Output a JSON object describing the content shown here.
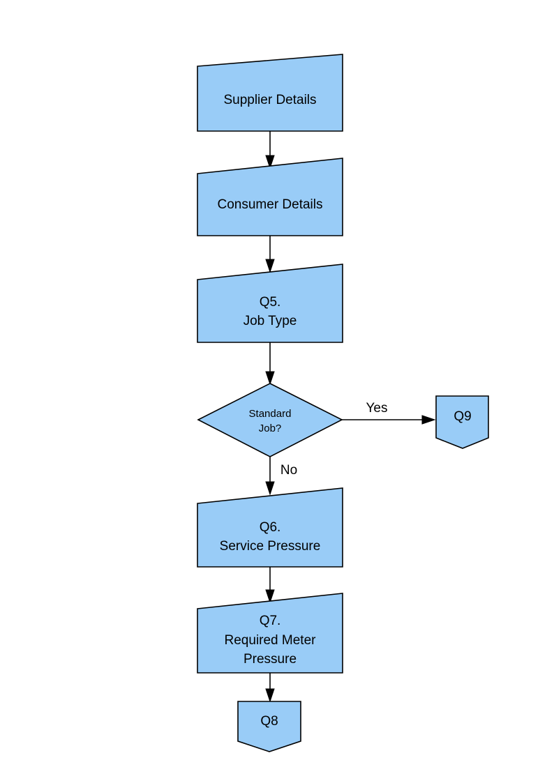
{
  "diagram": {
    "type": "flowchart",
    "title": "",
    "background_color": "#ffffff",
    "node_fill_color": "#99ccf7",
    "node_stroke_color": "#000000",
    "text_color": "#000000",
    "nodes": [
      {
        "id": "supplier-details",
        "shape": "slanted-card",
        "label": "Supplier Details",
        "lines": [
          "Supplier Details"
        ]
      },
      {
        "id": "consumer-details",
        "shape": "slanted-card",
        "label": "Consumer Details",
        "lines": [
          "Consumer Details"
        ]
      },
      {
        "id": "q5-job-type",
        "shape": "slanted-card",
        "label": "Q5. Job Type",
        "lines": [
          "Q5.",
          "Job Type"
        ]
      },
      {
        "id": "standard-job-decision",
        "shape": "diamond",
        "label": "Standard Job?",
        "lines": [
          "Standard",
          "Job?"
        ]
      },
      {
        "id": "q9",
        "shape": "pentagon-down",
        "label": "Q9",
        "lines": [
          "Q9"
        ]
      },
      {
        "id": "q6-service-pressure",
        "shape": "slanted-card",
        "label": "Q6. Service Pressure",
        "lines": [
          "Q6.",
          "Service Pressure"
        ]
      },
      {
        "id": "q7-required-meter-pressure",
        "shape": "slanted-card",
        "label": "Q7. Required Meter Pressure",
        "lines": [
          "Q7.",
          "Required Meter",
          "Pressure"
        ]
      },
      {
        "id": "q8",
        "shape": "pentagon-down",
        "label": "Q8",
        "lines": [
          "Q8"
        ]
      }
    ],
    "edges": [
      {
        "id": "e1",
        "from": "supplier-details",
        "to": "consumer-details",
        "label": ""
      },
      {
        "id": "e2",
        "from": "consumer-details",
        "to": "q5-job-type",
        "label": ""
      },
      {
        "id": "e3",
        "from": "q5-job-type",
        "to": "standard-job-decision",
        "label": ""
      },
      {
        "id": "e4",
        "from": "standard-job-decision",
        "to": "q9",
        "label": "Yes"
      },
      {
        "id": "e5",
        "from": "standard-job-decision",
        "to": "q6-service-pressure",
        "label": "No"
      },
      {
        "id": "e6",
        "from": "q6-service-pressure",
        "to": "q7-required-meter-pressure",
        "label": ""
      },
      {
        "id": "e7",
        "from": "q7-required-meter-pressure",
        "to": "q8",
        "label": ""
      }
    ]
  }
}
